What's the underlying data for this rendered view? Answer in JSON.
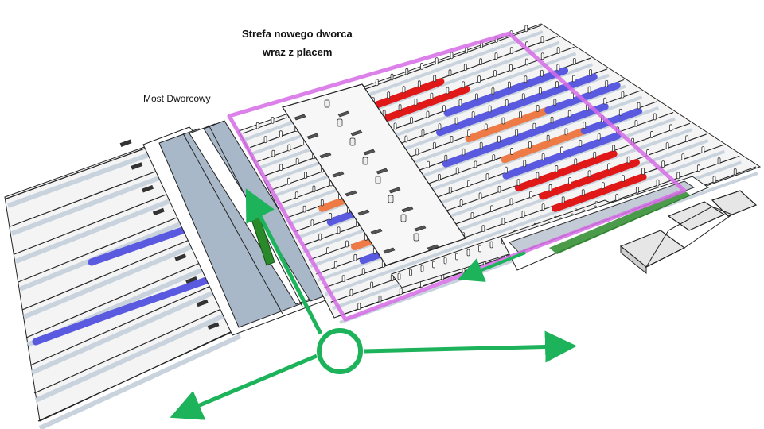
{
  "labels": {
    "zone_title_line1": "Strefa nowego dworca",
    "zone_title_line2": "wraz z placem",
    "bridge": "Most Dworcowy"
  },
  "colors": {
    "background": "#ffffff",
    "zone_outline": "#d66be6",
    "arrows": "#1db35a",
    "bridge_deck": "#a9b8c8",
    "track_bed": "#c9d3dd",
    "platform": "#f4f4f4",
    "train_blue": "#5a5ae0",
    "train_red": "#e01818",
    "train_orange": "#ee7a45",
    "train_green": "#2a8a2a",
    "outline": "#222222",
    "station_plaza": "#f7f7f7"
  },
  "legend_groups": {
    "zone": "station-zone-outline",
    "bridge": "most-dworcowy-bridge",
    "hub": "pedestrian-hub-circle"
  }
}
